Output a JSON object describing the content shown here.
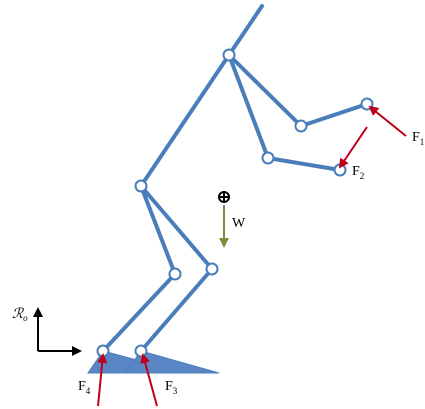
{
  "colors": {
    "limb": "#4a7ebb",
    "joint_fill": "#ffffff",
    "joint_stroke": "#4a7ebb",
    "foot_fill": "#5b86c5",
    "force_arrow": "#c0001a",
    "weight_arrow": "#7f8c3a",
    "frame": "#000000",
    "text": "#000000"
  },
  "labels": {
    "f1_main": "F",
    "f1_sub": "1",
    "f2_main": "F",
    "f2_sub": "2",
    "f3_main": "F",
    "f3_sub": "3",
    "f4_main": "F",
    "f4_sub": "4",
    "weight": "W",
    "frame_main": "ℛ",
    "frame_sub": "o"
  },
  "icons": {
    "center_of_mass": "center-of-mass-icon",
    "joint": "joint-circle-icon"
  }
}
